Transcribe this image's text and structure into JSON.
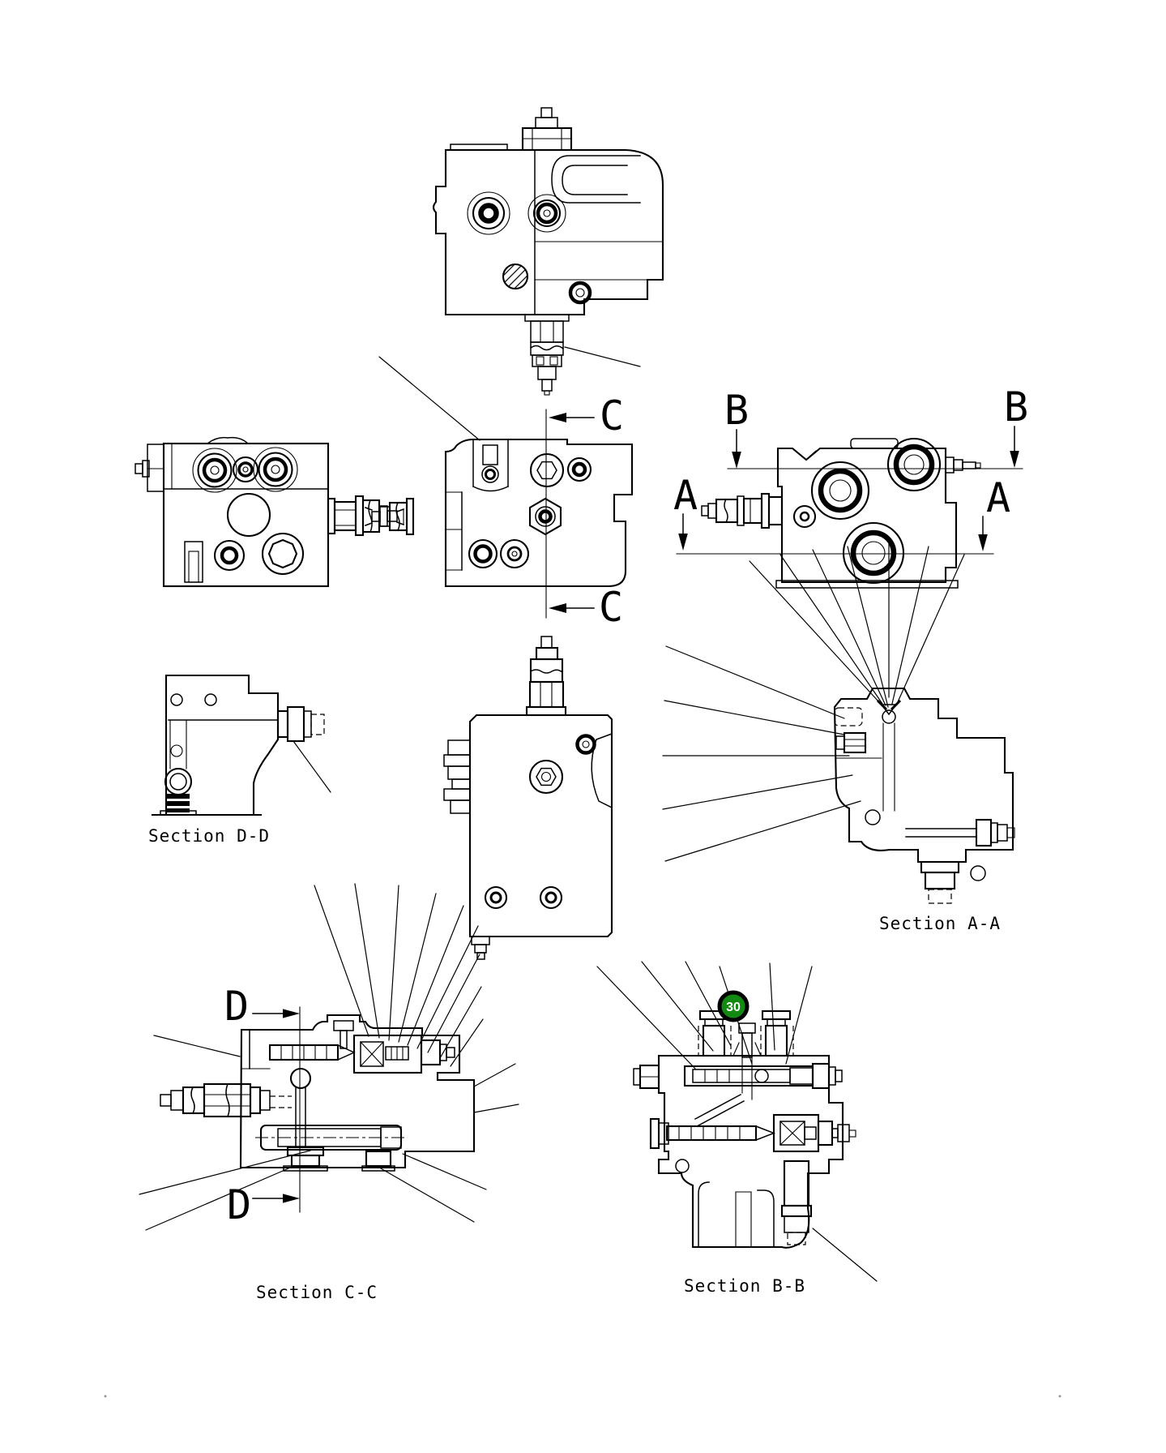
{
  "colors": {
    "background": "#ffffff",
    "line": "#000000",
    "balloon_fill": "#128a12",
    "balloon_ring": "#000000",
    "balloon_text": "#ffffff"
  },
  "section_labels": {
    "dd": "Section D-D",
    "aa": "Section A-A",
    "cc": "Section C-C",
    "bb": "Section B-B"
  },
  "cut_letters": {
    "a": "A",
    "b": "B",
    "c": "C",
    "d": "D"
  },
  "balloon": {
    "number": "30"
  }
}
